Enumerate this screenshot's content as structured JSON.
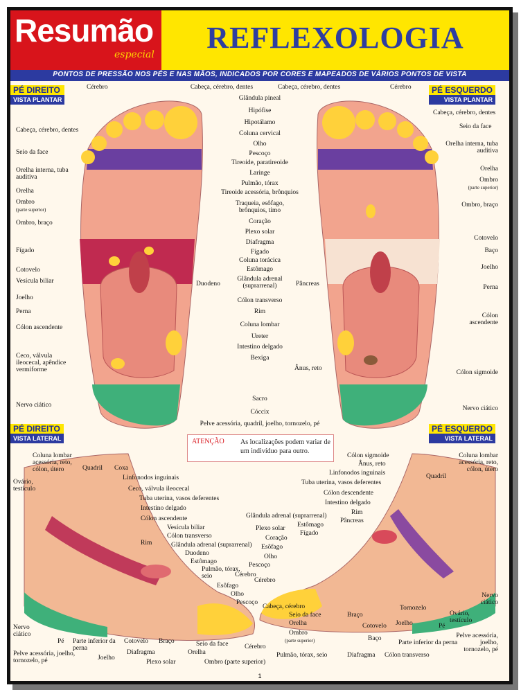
{
  "header": {
    "logo_main": "Resumão",
    "logo_sub": "especial",
    "title": "REFLEXOLOGIA",
    "subtitle": "PONTOS DE PRESSÃO NOS PÉS E NAS MÃOS, INDICADOS POR CORES E MAPEADOS DE VÁRIOS PONTOS DE VISTA"
  },
  "tags": {
    "right_plantar": {
      "a": "PÉ DIREITO",
      "b": "VISTA PLANTAR"
    },
    "left_plantar": {
      "a": "PÉ ESQUERDO",
      "b": "VISTA PLANTAR"
    },
    "right_lateral": {
      "a": "PÉ DIREITO",
      "b": "VISTA LATERAL"
    },
    "left_lateral": {
      "a": "PÉ ESQUERDO",
      "b": "VISTA LATERAL"
    }
  },
  "plantar_left_labels": [
    "Cérebro",
    "Cabeça, cérebro, dentes",
    "Seio da face",
    "Orelha interna, tuba auditiva",
    "Orelha",
    "Ombro",
    "(parte superior)",
    "Ombro, braço",
    "Fígado",
    "Cotovelo",
    "Vesícula biliar",
    "Joelho",
    "Perna",
    "Cólon ascendente",
    "Ceco, válvula ileocecal, apêndice vermiforme",
    "Nervo ciático"
  ],
  "plantar_center_labels": [
    "Cabeça, cérebro, dentes",
    "Glândula pineal",
    "Hipófise",
    "Hipotálamo",
    "Coluna cervical",
    "Olho",
    "Pescoço",
    "Tireoide, paratireoide",
    "Laringe",
    "Pulmão, tórax",
    "Tireoide acessória, brônquios",
    "Traqueia, esôfago, brônquios, timo",
    "Coração",
    "Plexo solar",
    "Diafragma",
    "Fígado",
    "Coluna torácica",
    "Estômago",
    "Glândula adrenal (suprarrenal)",
    "Cólon transverso",
    "Rim",
    "Coluna lombar",
    "Ureter",
    "Intestino delgado",
    "Bexiga",
    "Sacro",
    "Cóccix",
    "Pelve acessória, quadril, joelho, tornozelo, pé"
  ],
  "plantar_mid_labels": [
    "Duodeno",
    "Pâncreas",
    "Ânus, reto",
    "Cabeça, cérebro, dentes"
  ],
  "plantar_right_labels": [
    "Cérebro",
    "Cabeça, cérebro, dentes",
    "Seio da face",
    "Orelha interna, tuba auditiva",
    "Orelha",
    "Ombro",
    "(parte superior)",
    "Ombro, braço",
    "Cotovelo",
    "Baço",
    "Joelho",
    "Perna",
    "Cólon ascendente",
    "Cólon sigmoide",
    "Nervo ciático"
  ],
  "attention": {
    "head": "ATENÇÃO",
    "text": "As localizações podem variar de um indivíduo para outro."
  },
  "lateral_right_labels": [
    "Coluna lombar acessória, reto, cólon, útero",
    "Ovário, testículo",
    "Quadril",
    "Coxa",
    "Linfonodos inguinais",
    "Ceco, válvula ileocecal",
    "Tuba uterina, vasos deferentes",
    "Intestino delgado",
    "Cólon ascendente",
    "Vesícula biliar",
    "Rim",
    "Cólon transverso",
    "Glândula adrenal (suprarrenal)",
    "Duodeno",
    "Estômago",
    "Pulmão, tórax, seio",
    "Cérebro",
    "Esôfago",
    "Olho",
    "Pescoço",
    "Nervo ciático",
    "Pé",
    "Parte inferior da perna",
    "Cotovelo",
    "Braço",
    "Seio da face",
    "Pelve acessória, joelho, tornozelo, pé",
    "Joelho",
    "Diafragma",
    "Plexo solar",
    "Orelha",
    "Ombro (parte superior)",
    "Cérebro"
  ],
  "lateral_left_labels": [
    "Cólon sigmoide",
    "Ânus, reto",
    "Linfonodos inguinais",
    "Tuba uterina, vasos deferentes",
    "Cólon descendente",
    "Intestino delgado",
    "Rim",
    "Pâncreas",
    "Glândula adrenal (suprarrenal)",
    "Estômago",
    "Plexo solar",
    "Fígado",
    "Coração",
    "Esôfago",
    "Olho",
    "Pescoço",
    "Cérebro",
    "Cabeça, cérebro",
    "Seio da face",
    "Orelha",
    "Ombro",
    "(parte superior)",
    "Pulmão, tórax, seio",
    "Diafragma",
    "Braço",
    "Cotovelo",
    "Baço",
    "Joelho",
    "Tornozelo",
    "Pé",
    "Parte inferior da perna",
    "Cólon transverso",
    "Coluna lombar acessória, reto, cólon, útero",
    "Quadril",
    "Nervo ciático",
    "Ovário, testículo",
    "Pelve acessória, joelho, tornozelo, pé"
  ],
  "page_number": "1"
}
